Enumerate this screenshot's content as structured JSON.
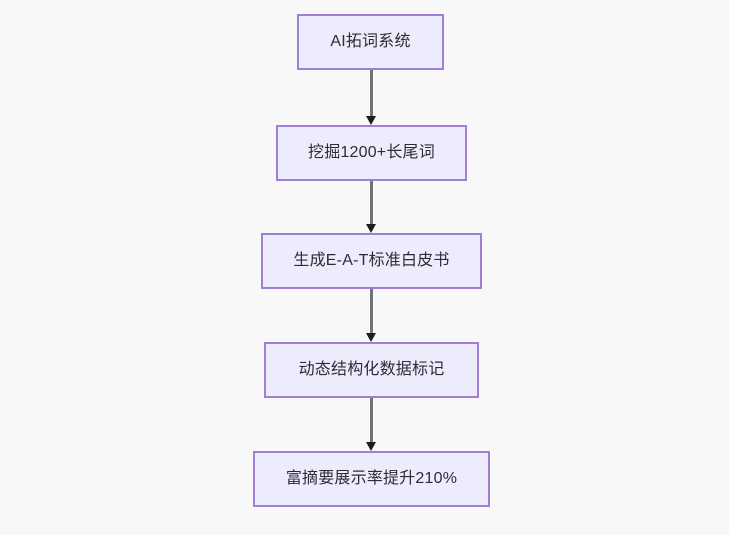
{
  "diagram": {
    "type": "flowchart",
    "direction": "top-to-bottom",
    "background_color": "#f8f8f8",
    "node_fill_color": "#ececfd",
    "node_border_color": "#a07fd4",
    "node_text_color": "#2c2c35",
    "connector_line_color": "#72727a",
    "connector_arrow_color": "#1d1d21",
    "nodes": [
      {
        "id": "node-0",
        "label": "AI拓词系统"
      },
      {
        "id": "node-1",
        "label": "挖掘1200+长尾词"
      },
      {
        "id": "node-2",
        "label": "生成E-A-T标准白皮书"
      },
      {
        "id": "node-3",
        "label": "动态结构化数据标记"
      },
      {
        "id": "node-4",
        "label": "富摘要展示率提升210%"
      }
    ],
    "edges": [
      {
        "id": "connector-0",
        "from": "node-0",
        "to": "node-1",
        "label": ""
      },
      {
        "id": "connector-1",
        "from": "node-1",
        "to": "node-2",
        "label": ""
      },
      {
        "id": "connector-2",
        "from": "node-2",
        "to": "node-3",
        "label": ""
      },
      {
        "id": "connector-3",
        "from": "node-3",
        "to": "node-4",
        "label": ""
      }
    ]
  }
}
